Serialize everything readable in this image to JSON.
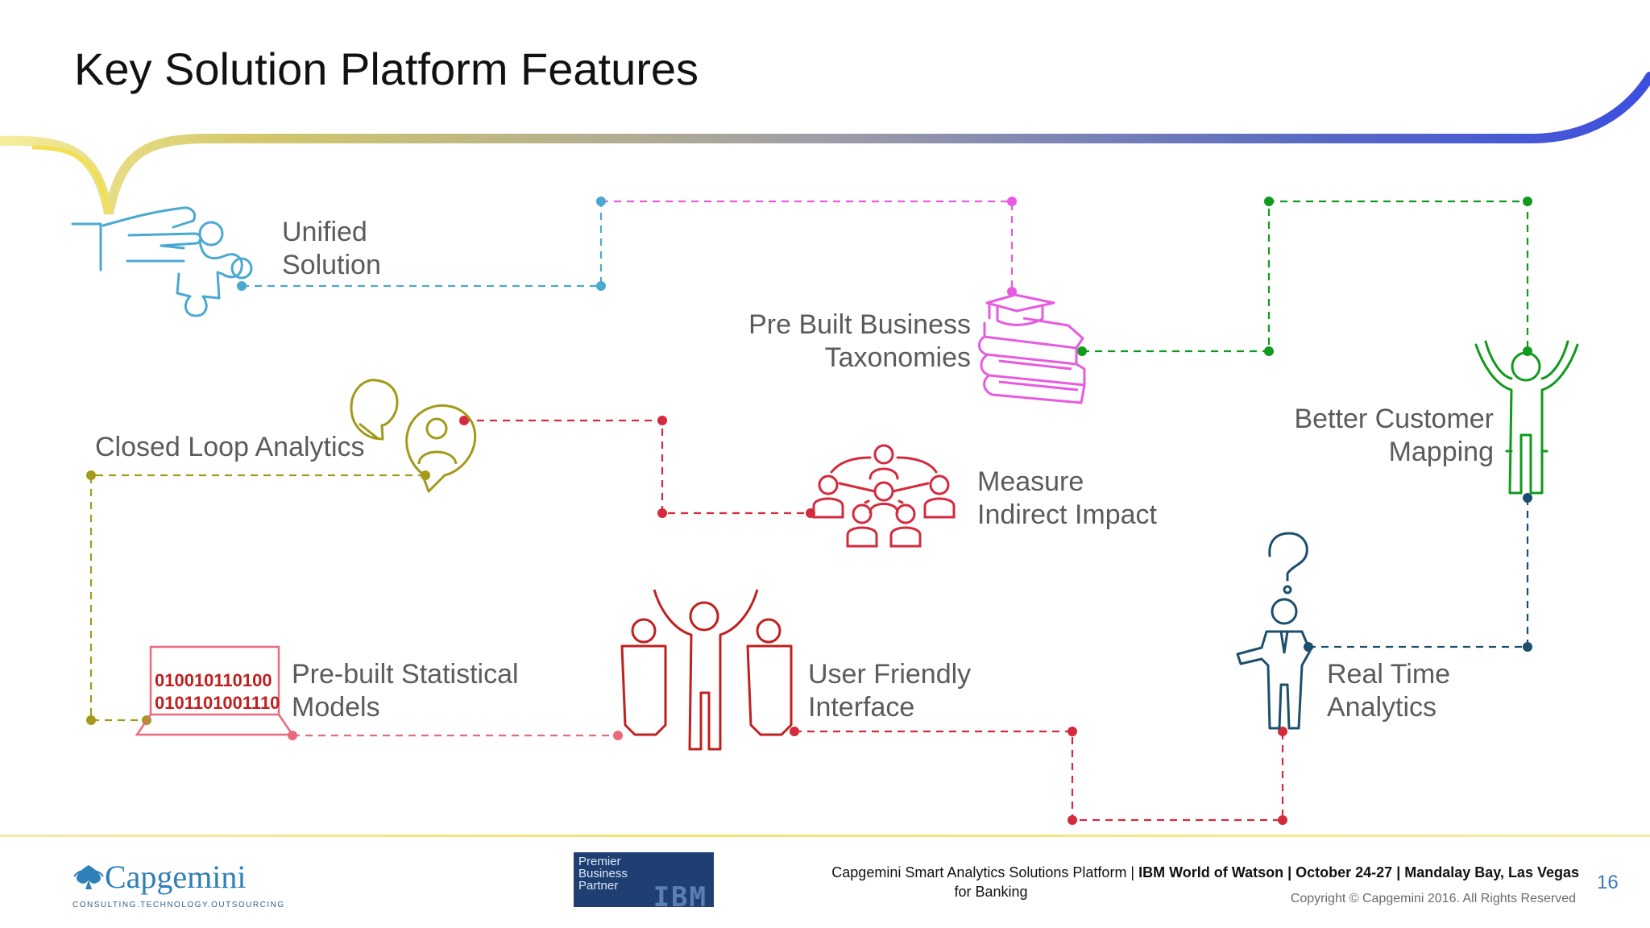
{
  "slide": {
    "title": "Key Solution Platform Features"
  },
  "colors": {
    "cyan": "#4aa9d0",
    "magenta": "#e85ae0",
    "green": "#119a1e",
    "olive": "#a29a18",
    "red": "#d42a3c",
    "pink": "#e96a7c",
    "teal": "#1c4f6d",
    "brand_blue": "#1a2fd9",
    "brand_yellow": "#f2e04e"
  },
  "features": {
    "unified_solution": [
      "Unified",
      "Solution"
    ],
    "business_taxonomies": [
      "Pre Built Business",
      "Taxonomies"
    ],
    "closed_loop": [
      "Closed Loop Analytics"
    ],
    "indirect_impact": [
      "Measure",
      "Indirect Impact"
    ],
    "customer_mapping": [
      "Better Customer",
      "Mapping"
    ],
    "statistical_models": [
      "Pre-built Statistical",
      "Models"
    ],
    "user_friendly": [
      "User Friendly",
      "Interface"
    ],
    "real_time": [
      "Real Time",
      "Analytics"
    ]
  },
  "binary_screen": {
    "line1": "010010110100",
    "line2": "0101101001110"
  },
  "icons": [
    "puzzle-hand-icon",
    "books-graduation-cap-icon",
    "chat-bubbles-user-icon",
    "people-network-icon",
    "cheering-person-icon",
    "binary-screen-icon",
    "group-cheering-icon",
    "question-person-icon"
  ],
  "footer": {
    "brand": "Capgemini",
    "brand_tagline": "CONSULTING.TECHNOLOGY.OUTSOURCING",
    "partner_badge": {
      "line1": "Premier",
      "line2": "Business",
      "line3": "Partner",
      "mark": "IBM"
    },
    "event_text_normal": "Capgemini Smart Analytics Solutions Platform | ",
    "event_text_bold": "IBM World of Watson | October 24-27 | Mandalay Bay, Las Vegas",
    "event_sub": "for Banking",
    "copyright": "Copyright © Capgemini 2016. All Rights Reserved",
    "page_number": "16"
  }
}
